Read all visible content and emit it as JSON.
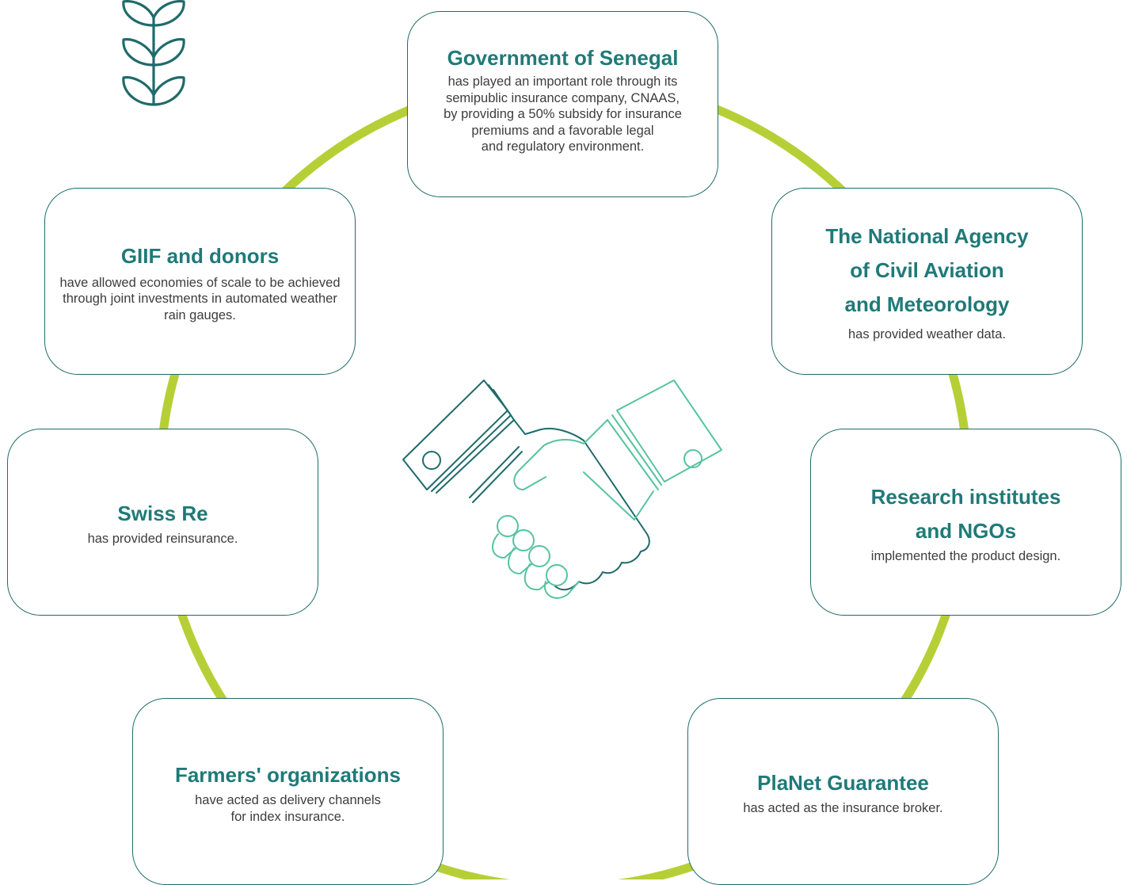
{
  "colors": {
    "ring": "#b7cf36",
    "card_border": "#1f6b6a",
    "title": "#1f7a78",
    "body": "#3d3d3d",
    "icon_dark": "#1f6b6a",
    "icon_light": "#56c3a0"
  },
  "icons": [
    "wheat-icon",
    "handshake-icon"
  ],
  "partners": {
    "government": {
      "title": "Government of Senegal",
      "body": "has played an important role through its\nsemipublic insurance company, CNAAS,\nby providing a 50%  subsidy for insurance\npremiums and a favorable legal\nand regulatory environment."
    },
    "giif": {
      "title": "GIIF and donors",
      "body": "have allowed economies of scale to be achieved\nthrough joint investments in automated weather\nrain gauges."
    },
    "anacim": {
      "title": "The National Agency\nof Civil Aviation\nand Meteorology",
      "body": "has provided weather data."
    },
    "swiss_re": {
      "title": "Swiss Re",
      "body": "has provided reinsurance."
    },
    "research": {
      "title": "Research institutes\nand NGOs",
      "body": "implemented the product design."
    },
    "farmers": {
      "title": "Farmers' organizations",
      "body": "have acted as delivery channels\nfor index insurance."
    },
    "planet": {
      "title": "PlaNet Guarantee",
      "body": "has acted as the insurance broker."
    }
  }
}
